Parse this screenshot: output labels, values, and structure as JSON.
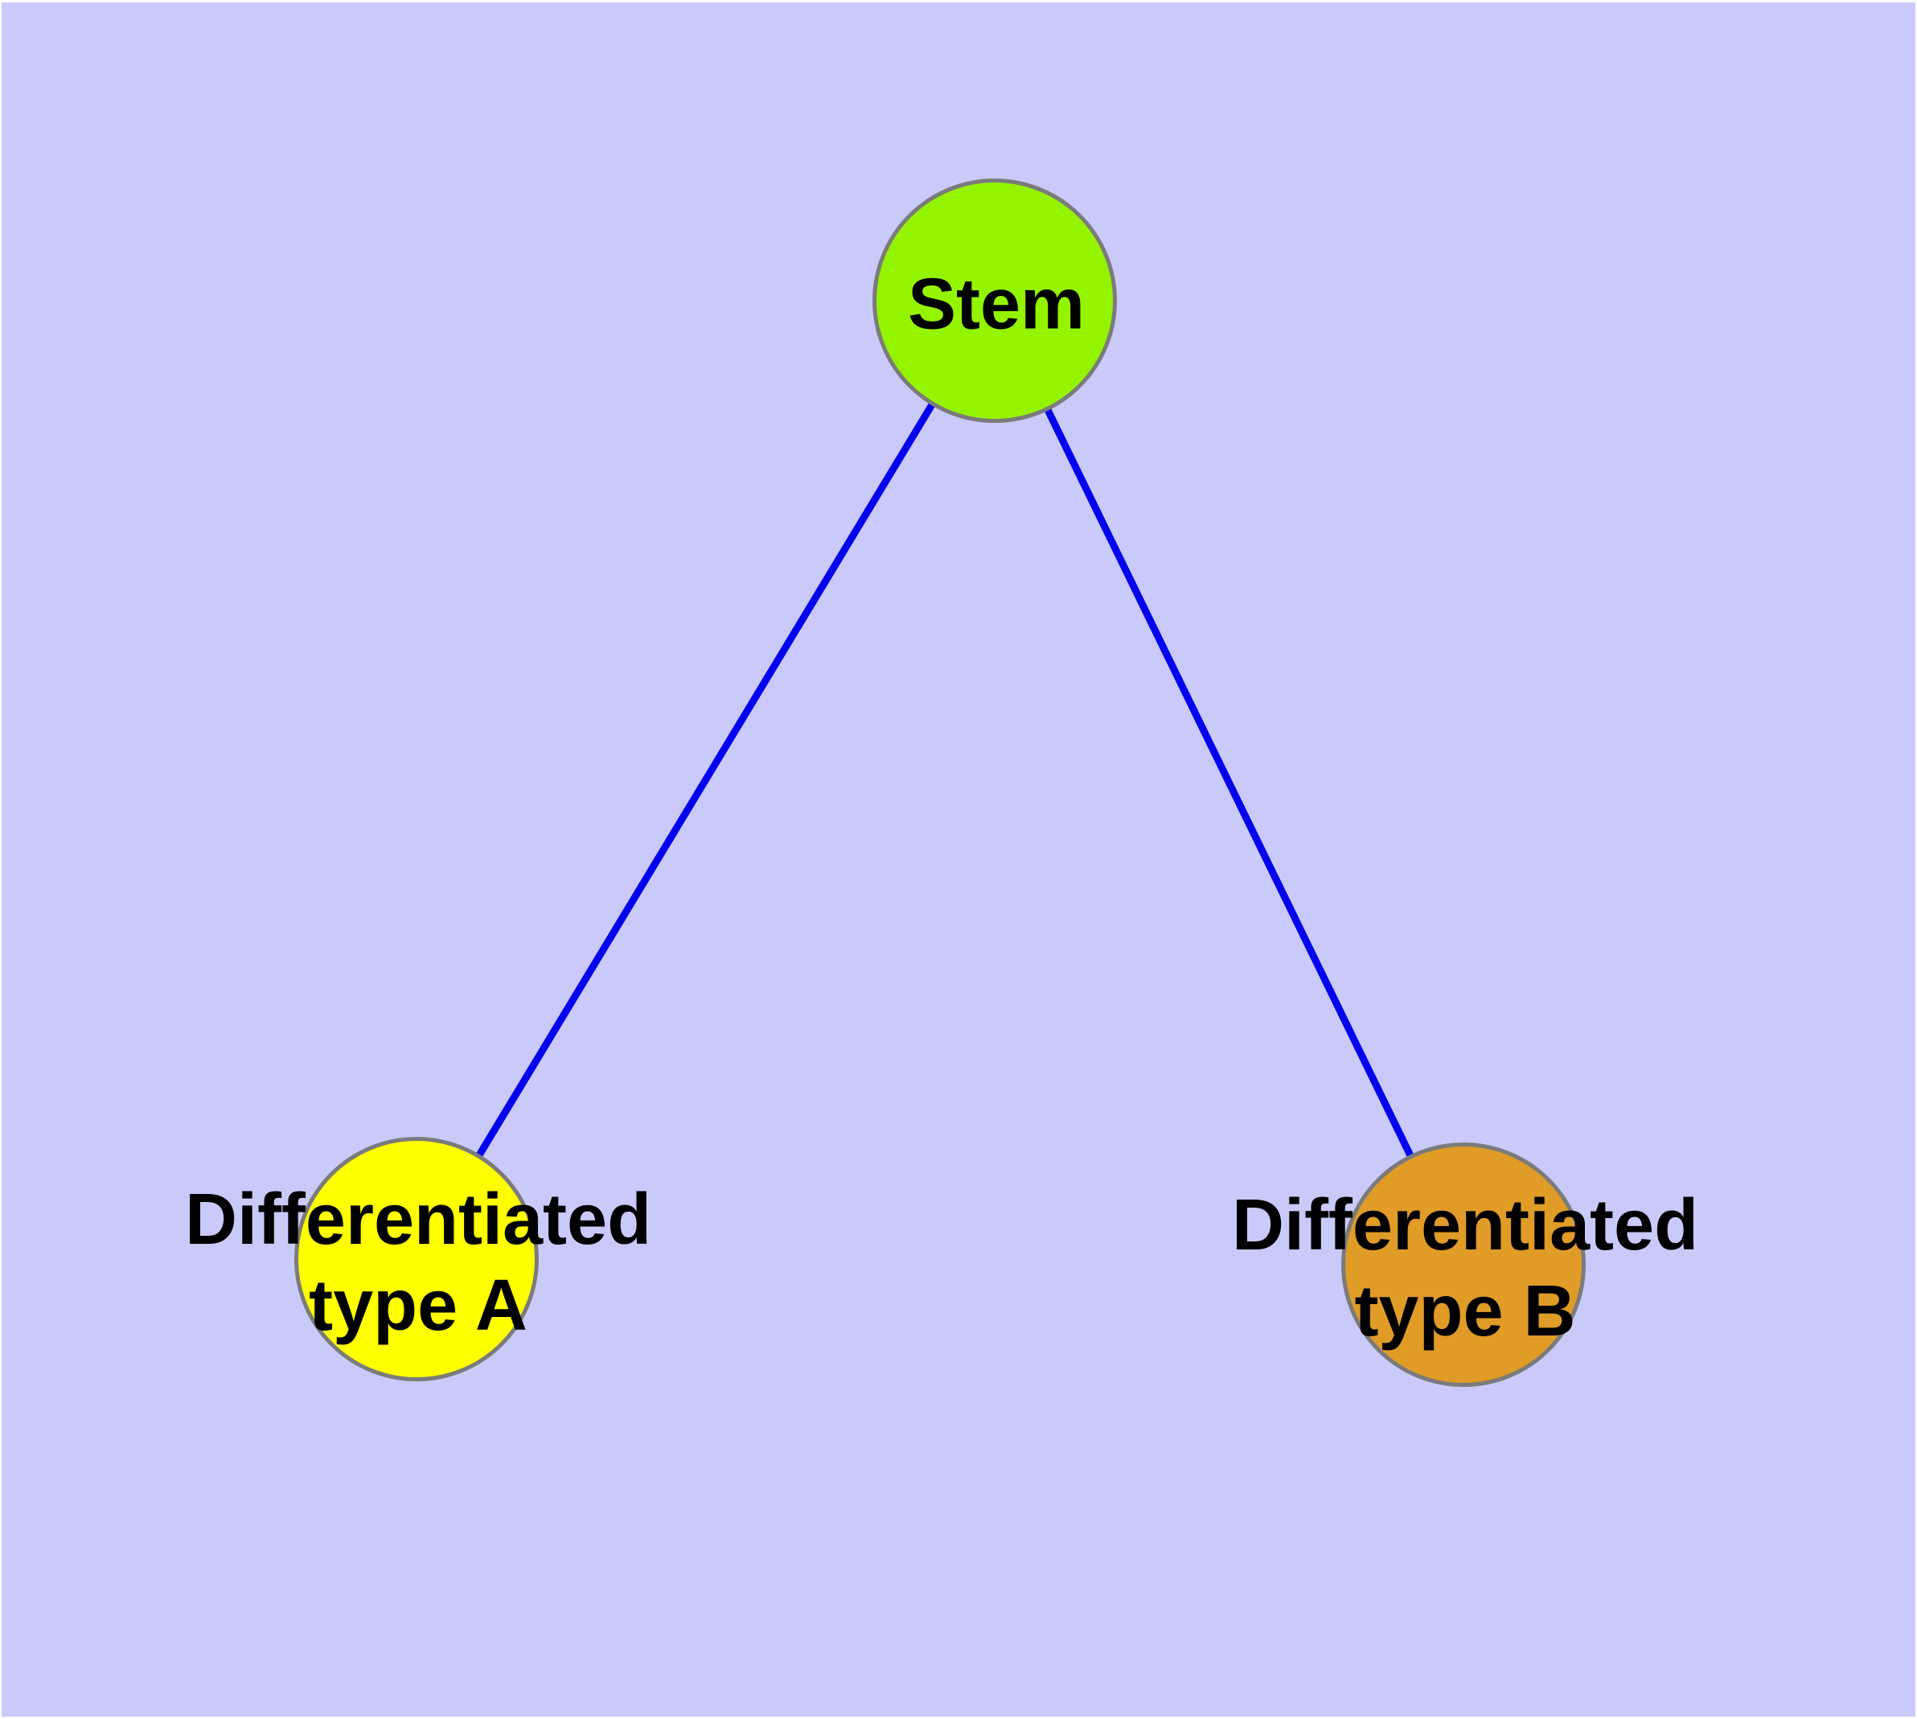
{
  "diagram": {
    "type": "graph",
    "description": "Stem cell differentiation graph with one stem node linked to two differentiated cell type nodes",
    "background_color": "#cacafa",
    "edge_color": "#0000ee",
    "node_border_color": "#7b7b7b",
    "label_color": "#000000",
    "nodes": [
      {
        "id": "stem",
        "label": "Stem",
        "label_lines": [
          "Stem"
        ],
        "fill_color": "#94f400"
      },
      {
        "id": "type-a",
        "label": "Differentiated type A",
        "label_lines": [
          "Differentiated",
          "type A"
        ],
        "fill_color": "#ffff00"
      },
      {
        "id": "type-b",
        "label": "Differentiated type B",
        "label_lines": [
          "Differentiated",
          "type B"
        ],
        "fill_color": "#e09c27"
      }
    ],
    "edges": [
      {
        "from": "Stem",
        "to": "Differentiated type A"
      },
      {
        "from": "Stem",
        "to": "Differentiated type B"
      }
    ]
  }
}
